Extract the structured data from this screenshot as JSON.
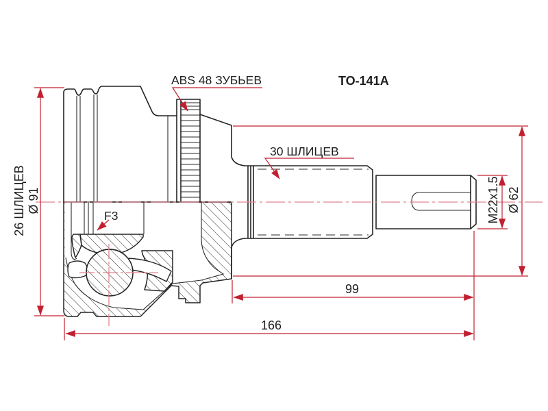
{
  "drawing": {
    "part_code": "TO-141A",
    "callouts": {
      "abs_ring": "ABS 48 ЗУБЬЕВ",
      "shaft_splines": "30 ШЛИЦЕВ",
      "hub_splines": "26 ШЛИЦЕВ",
      "snap_ring_groove": "F3"
    },
    "dimensions": {
      "outer_diameter": "Ø 91",
      "boot_seat_diameter": "Ø 62",
      "thread_spec": "M22x1.5",
      "shaft_length_mm": "99",
      "overall_length_mm": "166"
    },
    "colors": {
      "line": "#242424",
      "dimension_red": "#c22030",
      "centerline_pink": "#e2848f",
      "background": "#ffffff"
    }
  }
}
